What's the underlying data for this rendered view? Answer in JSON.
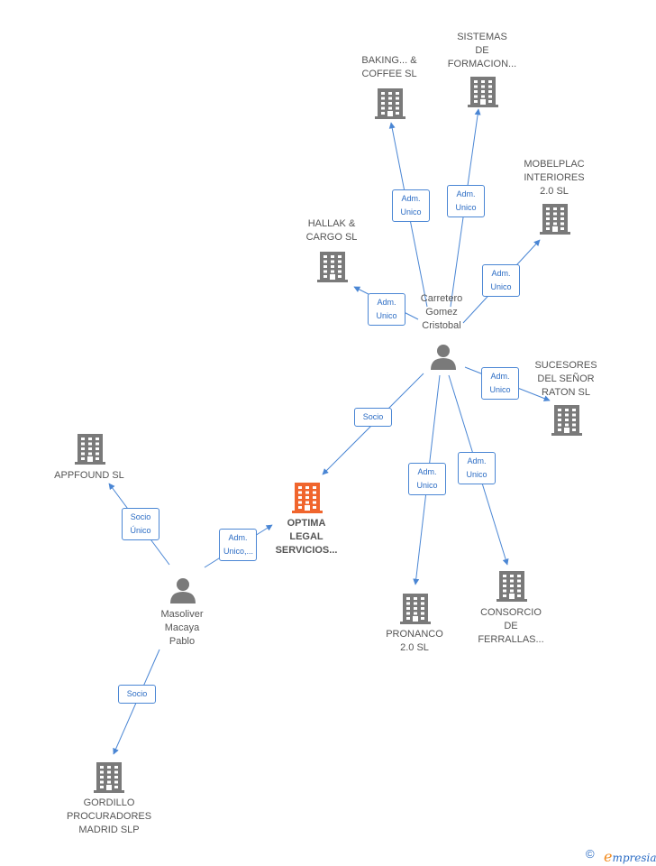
{
  "nodes": [
    {
      "id": "baking",
      "type": "company",
      "label": "BAKING... &\nCOFFEE  SL",
      "highlight": false
    },
    {
      "id": "sistemas",
      "type": "company",
      "label": "SISTEMAS\nDE\nFORMACION...",
      "highlight": false
    },
    {
      "id": "mobelplac",
      "type": "company",
      "label": "MOBELPLAC\nINTERIORES\n2.0  SL",
      "highlight": false
    },
    {
      "id": "hallak",
      "type": "company",
      "label": "HALLAK &\nCARGO  SL",
      "highlight": false
    },
    {
      "id": "carretero",
      "type": "person",
      "label": "Carretero\nGomez\nCristobal",
      "highlight": false
    },
    {
      "id": "sucesores",
      "type": "company",
      "label": "SUCESORES\nDEL SEÑOR\nRATON  SL",
      "highlight": false
    },
    {
      "id": "appfound",
      "type": "company",
      "label": "APPFOUND SL",
      "highlight": false
    },
    {
      "id": "optima",
      "type": "company",
      "label": "OPTIMA\nLEGAL\nSERVICIOS...",
      "highlight": true
    },
    {
      "id": "masoliver",
      "type": "person",
      "label": "Masoliver\nMacaya\nPablo",
      "highlight": false
    },
    {
      "id": "pronanco",
      "type": "company",
      "label": "PRONANCO\n2.0 SL",
      "highlight": false
    },
    {
      "id": "consorcio",
      "type": "company",
      "label": "CONSORCIO\nDE\nFERRALLAS...",
      "highlight": false
    },
    {
      "id": "gordillo",
      "type": "company",
      "label": "GORDILLO\nPROCURADORES\nMADRID  SLP",
      "highlight": false
    }
  ],
  "edges": [
    {
      "from": "carretero",
      "to": "baking",
      "label": "Adm.\nUnico"
    },
    {
      "from": "carretero",
      "to": "sistemas",
      "label": "Adm.\nUnico"
    },
    {
      "from": "carretero",
      "to": "mobelplac",
      "label": "Adm.\nUnico"
    },
    {
      "from": "carretero",
      "to": "hallak",
      "label": "Adm.\nUnico"
    },
    {
      "from": "carretero",
      "to": "sucesores",
      "label": "Adm.\nUnico"
    },
    {
      "from": "carretero",
      "to": "optima",
      "label": "Socio"
    },
    {
      "from": "carretero",
      "to": "pronanco",
      "label": "Adm.\nUnico"
    },
    {
      "from": "carretero",
      "to": "consorcio",
      "label": "Adm.\nUnico"
    },
    {
      "from": "masoliver",
      "to": "appfound",
      "label": "Socio\nÚnico"
    },
    {
      "from": "masoliver",
      "to": "optima",
      "label": "Adm.\nUnico,..."
    },
    {
      "from": "masoliver",
      "to": "gordillo",
      "label": "Socio"
    }
  ],
  "colors": {
    "company": "#7a7a7a",
    "highlight": "#f0652d",
    "person": "#7a7a7a",
    "edge": "#4a86d4",
    "edge_text": "#2b6cc4"
  },
  "footer": {
    "copyright": "©",
    "brand_initial": "e",
    "brand_rest": "mpresia"
  }
}
